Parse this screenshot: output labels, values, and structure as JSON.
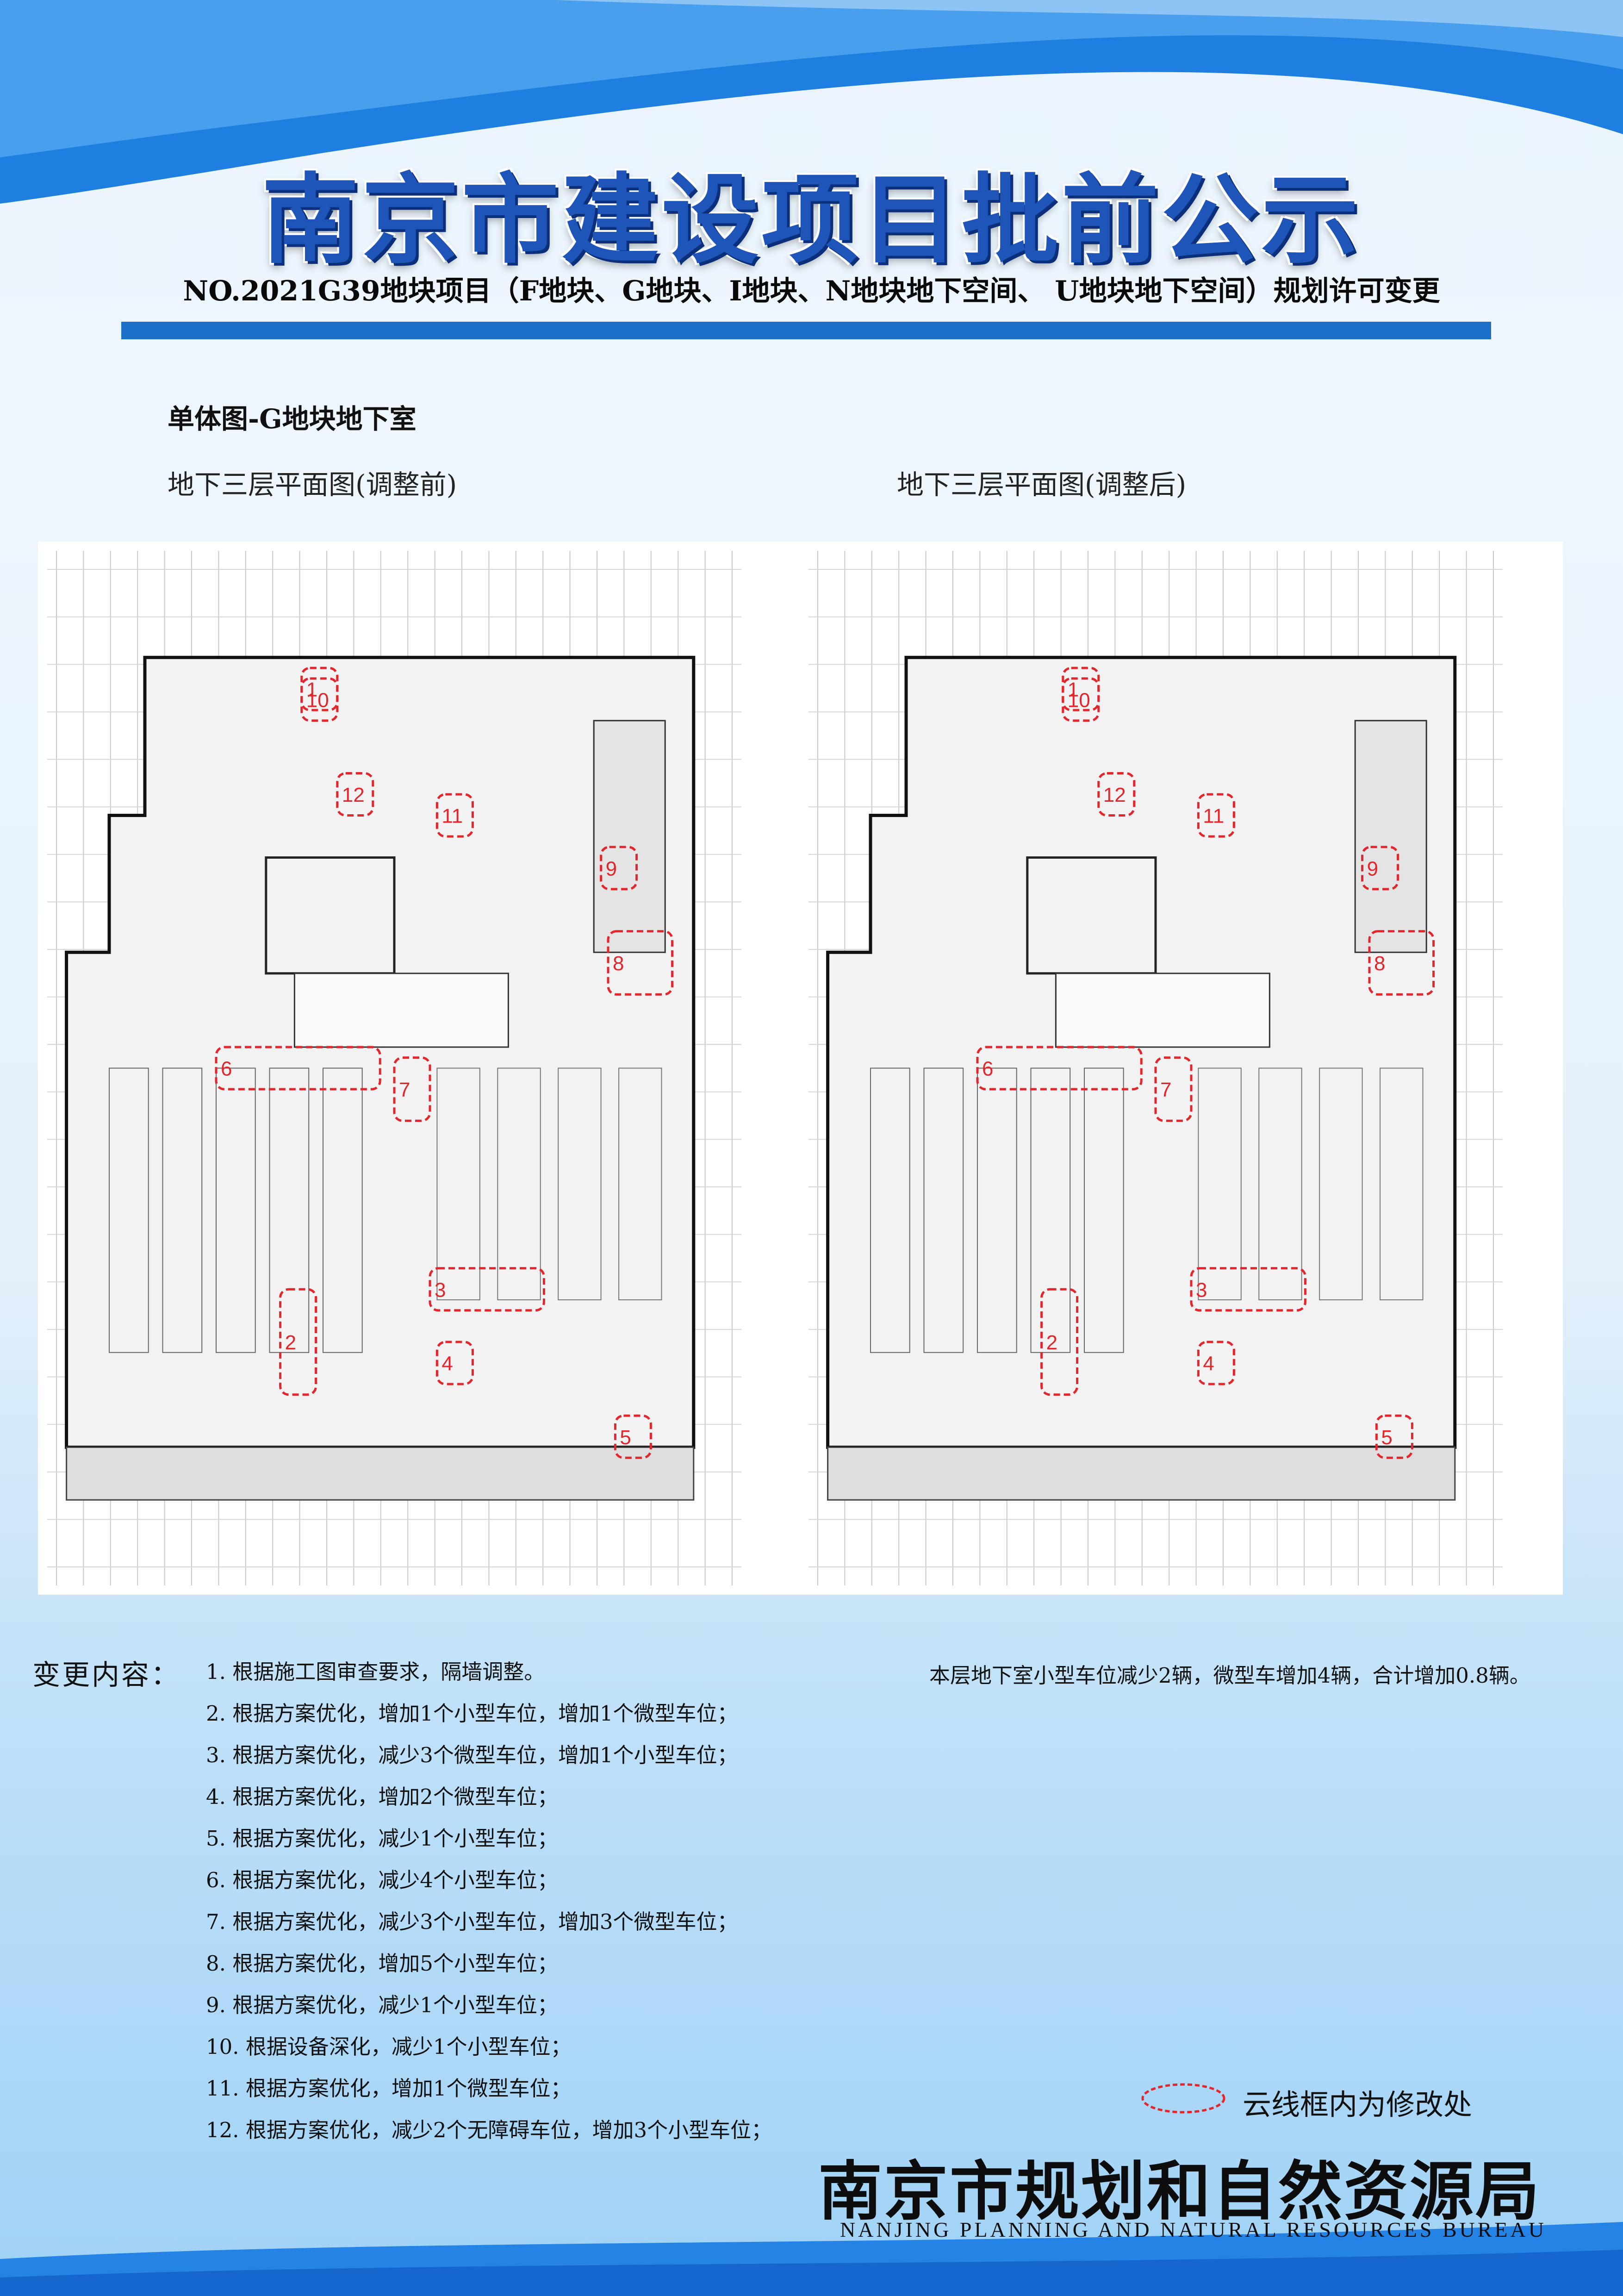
{
  "header": {
    "title": "南京市建设项目批前公示",
    "subtitle": "NO.2021G39地块项目（F地块、G地块、I地块、N地块地下空间、 U地块地下空间）规划许可变更"
  },
  "section": {
    "title": "单体图-G地块地下室",
    "plan_before_caption": "地下三层平面图(调整前)",
    "plan_after_caption": "地下三层平面图(调整后)"
  },
  "plan_markers": [
    "1",
    "2",
    "3",
    "4",
    "5",
    "6",
    "7",
    "8",
    "9",
    "10",
    "11",
    "12"
  ],
  "changes": {
    "label": "变更内容：",
    "items": [
      "1.  根据施工图审查要求，隔墙调整。",
      "2.  根据方案优化，增加1个小型车位，增加1个微型车位；",
      "3.  根据方案优化，减少3个微型车位，增加1个小型车位；",
      "4.  根据方案优化，增加2个微型车位；",
      "5.  根据方案优化，减少1个小型车位；",
      "6.  根据方案优化，减少4个小型车位；",
      "7.  根据方案优化，减少3个小型车位，增加3个微型车位；",
      "8.  根据方案优化，增加5个小型车位；",
      "9.  根据方案优化，减少1个小型车位；",
      "10. 根据设备深化，减少1个小型车位；",
      "11. 根据方案优化，增加1个微型车位；",
      "12. 根据方案优化，减少2个无障碍车位，增加3个小型车位；"
    ],
    "summary": "本层地下室小型车位减少2辆，微型车增加4辆，合计增加0.8辆。"
  },
  "legend": {
    "text": "云线框内为修改处",
    "cloud_color": "#e3262c"
  },
  "footer": {
    "org_cn": "南京市规划和自然资源局",
    "org_en": "NANJING PLANNING AND NATURAL RESOURCES BUREAU"
  },
  "colors": {
    "brand_blue": "#1f55b8",
    "bar_blue": "#1b6fc7",
    "markup_red": "#e3262c"
  }
}
